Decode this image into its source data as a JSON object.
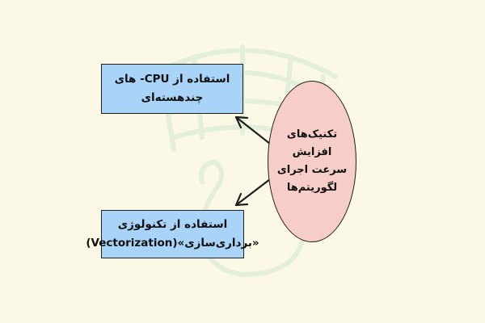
{
  "theme": {
    "background": "#fbf8e6",
    "box_fill": "#a9d4f7",
    "ellipse_fill": "#f7cdc8",
    "stroke": "#1f1f1f",
    "watermark": "#e3efd8"
  },
  "center_node": {
    "lines": [
      "تکنیک‌های",
      "افزایش",
      "سرعت اجرای",
      "لگوریتم‌ها"
    ]
  },
  "top_node": {
    "lines": [
      "استفاده از CPU- های",
      "چندهسته‌ای"
    ]
  },
  "bottom_node": {
    "lines": [
      "استفاده از تکنولوژی",
      "«برداری‌سازی»(Vectorization)"
    ]
  }
}
